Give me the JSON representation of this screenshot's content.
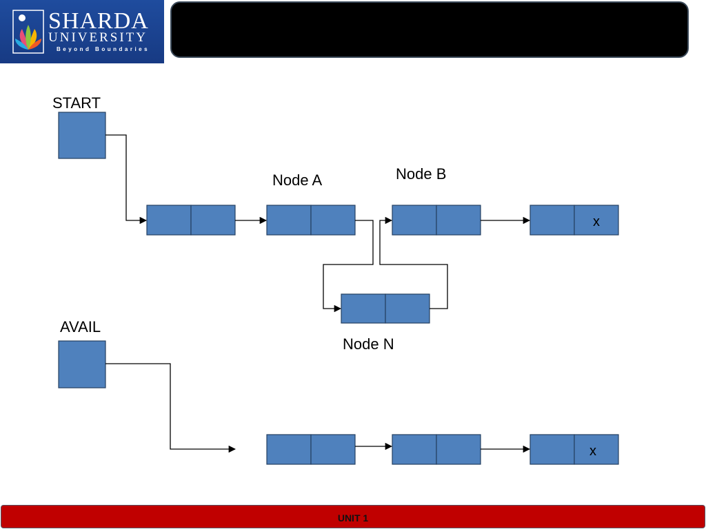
{
  "header": {
    "logo_name": "SHARDA",
    "logo_sub": "UNIVERSITY",
    "logo_tag": "Beyond Boundaries",
    "title": ""
  },
  "diagram": {
    "start_label": "START",
    "avail_label": "AVAIL",
    "node_a_label": "Node A",
    "node_b_label": "Node B",
    "node_n_label": "Node N",
    "null_marker": "x",
    "null_marker_avail": "x"
  },
  "footer": {
    "text": "UNIT 1"
  },
  "colors": {
    "node_fill": "#4f81bd",
    "footer": "#c00000",
    "title_bar": "#000000",
    "logo_bg": "#1b3f8f"
  }
}
